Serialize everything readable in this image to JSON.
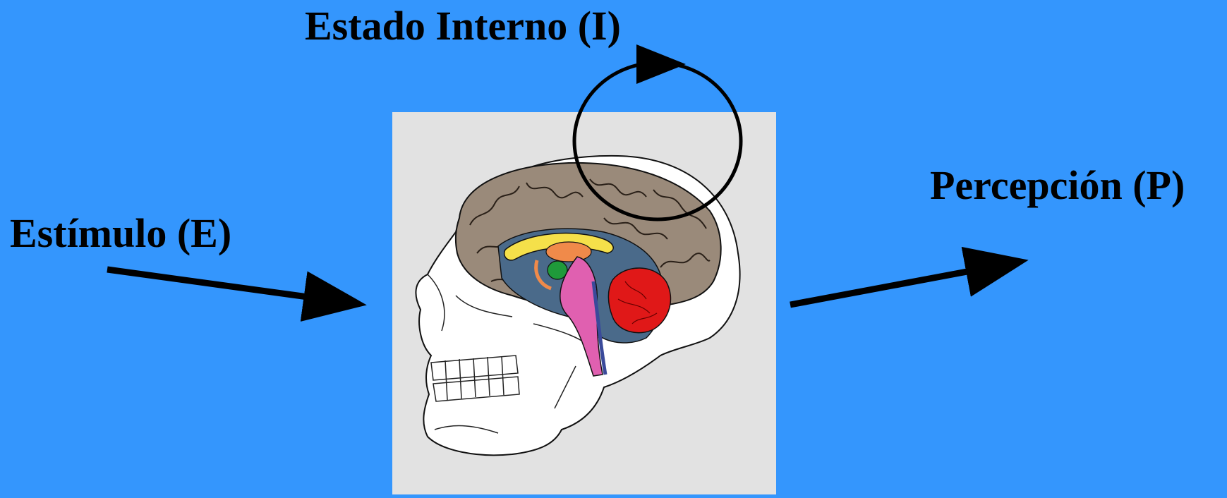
{
  "labels": {
    "internal_state": "Estado Interno (I)",
    "stimulus": "Estímulo (E)",
    "perception": "Percepción (P)"
  },
  "colors": {
    "background": "#3496fd",
    "panel": "#e2e2e2",
    "arrow": "#000000",
    "cortex": "#9a8a7a",
    "corpus_callosum": "#f5e04a",
    "thalamus": "#f08a4a",
    "amygdala": "#1f9a3a",
    "brainstem": "#e060b0",
    "cerebellum": "#e01818"
  }
}
